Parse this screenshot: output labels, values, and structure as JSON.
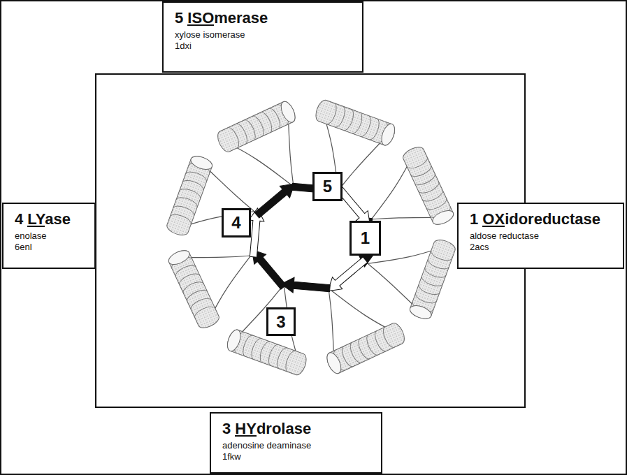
{
  "diagram": {
    "nodes": [
      {
        "text": [
          "5 ISOmerase",
          "xylose isomerase",
          "1dxi"
        ]
      },
      {
        "text": [
          "4 LYase",
          "enolase",
          "6enl"
        ]
      },
      {
        "text": [
          "1 OXidoreductase",
          "aldose reductase",
          "2acs"
        ]
      },
      {
        "text": [
          "3 HYdrolase",
          "adenosine deaminase",
          "1fkw"
        ]
      },
      {
        "text": [
          "5"
        ]
      },
      {
        "text": [
          "4"
        ]
      },
      {
        "text": [
          "1"
        ]
      },
      {
        "text": [
          "3"
        ]
      }
    ]
  }
}
